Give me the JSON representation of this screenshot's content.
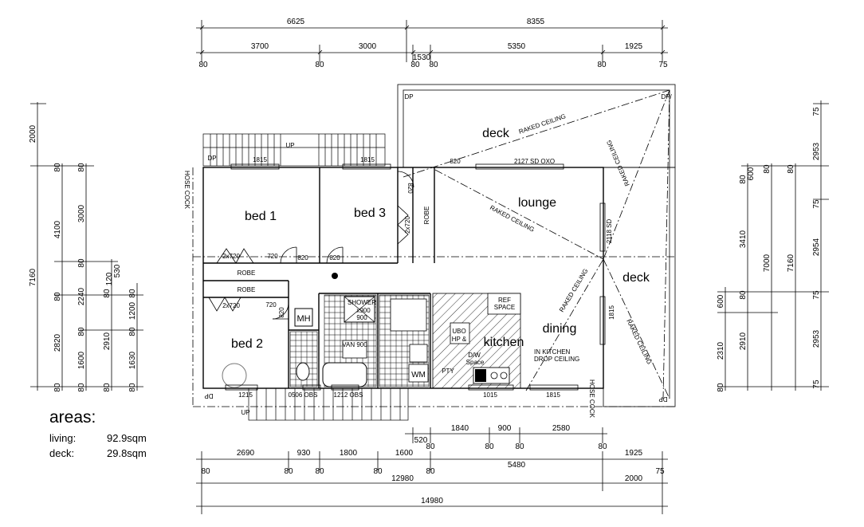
{
  "dims_top": {
    "row1": [
      "6625",
      "8355"
    ],
    "row2": [
      "3700",
      "3000",
      "1530",
      "5350",
      "1925"
    ],
    "ticks": [
      "80",
      "80",
      "80",
      "80",
      "80",
      "75"
    ]
  },
  "dims_bottom": {
    "row1": [
      "1840",
      "900",
      "2580"
    ],
    "row1b": [
      "520",
      "80",
      "80",
      "80",
      "80"
    ],
    "row2": [
      "2690",
      "930",
      "1800",
      "1600",
      "5480",
      "1925"
    ],
    "row2_ticks": [
      "80",
      "80",
      "80",
      "80",
      "80",
      "75"
    ],
    "row3": [
      "12980",
      "2000"
    ],
    "row4": "14980"
  },
  "dims_left": {
    "outer": [
      "2000",
      "7160"
    ],
    "mid": [
      "4100",
      "2820"
    ],
    "inner": [
      "3000",
      "2240",
      "1600"
    ],
    "inner2": [
      "2910"
    ],
    "small": [
      "80",
      "80",
      "80",
      "80",
      "80",
      "80",
      "80",
      "80",
      "80",
      "80",
      "80",
      "80"
    ],
    "sub": [
      "1200",
      "1630",
      "530",
      "120"
    ]
  },
  "dims_right": {
    "outer": [
      "2953",
      "2954",
      "2953",
      "7160",
      "7000"
    ],
    "inner": [
      "3410",
      "2910",
      "2310"
    ],
    "small": [
      "75",
      "75",
      "75",
      "75",
      "80",
      "80",
      "80",
      "80",
      "80",
      "600",
      "600"
    ]
  },
  "rooms": {
    "bed1": "bed 1",
    "bed2": "bed 2",
    "bed3": "bed 3",
    "lounge": "lounge",
    "deck_top": "deck",
    "deck_right": "deck",
    "dining": "dining",
    "kitchen": "kitchen"
  },
  "labels": {
    "raked1": "RAKED CEILING",
    "raked2": "RAKED CEILING",
    "raked3": "RAKED CEILING",
    "raked4": "RAKED CEILING",
    "raked5": "RAKED CEILING",
    "robe1": "ROBE",
    "robe2": "ROBE",
    "robe3": "ROBE",
    "shower": "SHOWER",
    "shower_size": "x900",
    "shower_w": "900",
    "mh": "MH",
    "wm": "WM",
    "pty": "PTY",
    "ref": "REF",
    "space": "SPACE",
    "ubo": "UBO",
    "hp": "HP &",
    "dw": "D/W",
    "dw_space": "Space",
    "in_kitchen": "IN KITCHEN",
    "drop_ceiling": "DROP CEILING",
    "sd_oxo": "2127 SD OXO",
    "sd_right": "2118 SD",
    "up1": "UP",
    "up2": "UP",
    "dp1": "DP",
    "dp2": "DP",
    "dp3": "DP",
    "dp4": "DP/",
    "dp5": "DP",
    "hose_cock": "HOSE COCK",
    "hose_cock2": "HOSE COCK",
    "w1815a": "1815",
    "w1815b": "1815",
    "w1815c": "1815",
    "w1815d": "1815",
    "w1215": "1215",
    "w1015": "1015",
    "w820a": "820",
    "w820b": "820",
    "w820c": "820",
    "w820d": "820",
    "w820e": "820",
    "w720a": "720",
    "w720b": "720",
    "w2x720a": "2x720",
    "w2x720b": "2x720",
    "w2x720c": "2x720",
    "obs1": "0506 OBS",
    "obs2": "1212 OBS",
    "vanity": "VAN 900"
  },
  "areas": {
    "title": "areas:",
    "living_label": "living:",
    "living_value": "92.9sqm",
    "deck_label": "deck:",
    "deck_value": "29.8sqm"
  }
}
